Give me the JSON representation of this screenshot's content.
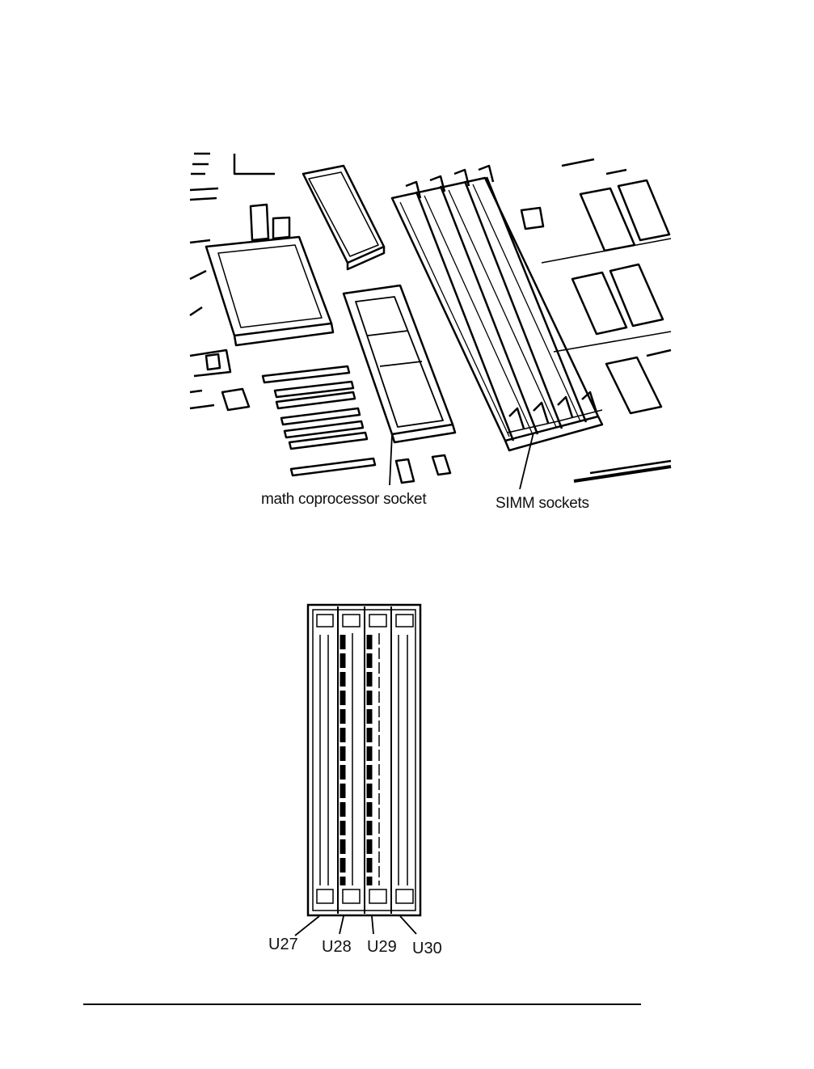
{
  "figure_top": {
    "labels": {
      "math_coprocessor_socket": "math coprocessor socket",
      "simm_sockets": "SIMM sockets"
    }
  },
  "figure_bottom": {
    "socket_labels": [
      "U27",
      "U28",
      "U29",
      "U30"
    ]
  },
  "colors": {
    "ink": "#000000",
    "paper": "#ffffff"
  }
}
